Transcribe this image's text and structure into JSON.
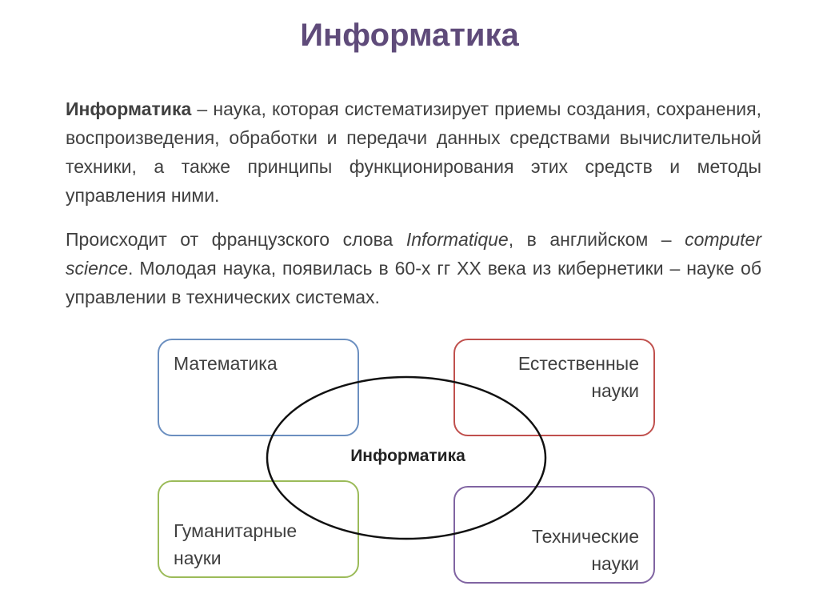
{
  "title": "Информатика",
  "paragraph1": {
    "term": "Информатика",
    "text": " – наука, которая систематизирует приемы создания, сохранения, воспроизведения, обработки и передачи данных средствами вычислительной техники, а также принципы функционирования этих средств и методы управления ними."
  },
  "paragraph2": {
    "part1": "Происходит от французского слова ",
    "italic1": "Informatique",
    "part2": ", в английском – ",
    "italic2": "computer science",
    "part3": ". Молодая наука, появилась в 60-х гг ХХ века из кибернетики – науке об управлении в технических системах."
  },
  "diagram": {
    "center": "Информатика",
    "math": "Математика",
    "natural": [
      "Естественные",
      "науки"
    ],
    "humanities": [
      "Гуманитарные",
      "науки"
    ],
    "technical": [
      "Технические",
      "науки"
    ]
  },
  "colors": {
    "title": "#5f4b7a",
    "math_border": "#6b8fc0",
    "natural_border": "#c0504d",
    "humanities_border": "#9bbb59",
    "technical_border": "#8064a2"
  }
}
